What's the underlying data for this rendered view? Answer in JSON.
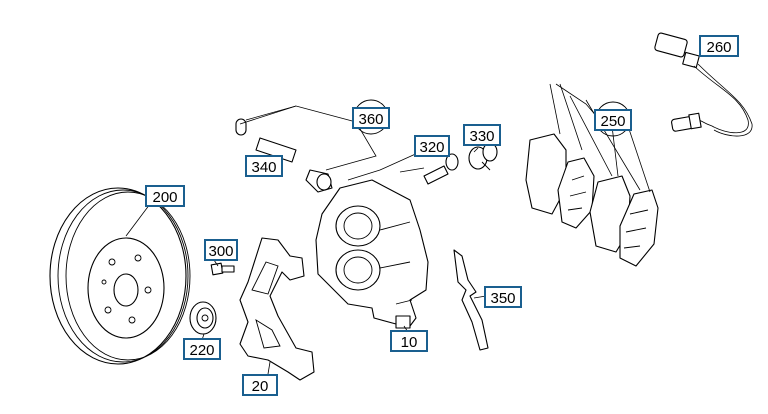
{
  "labels": {
    "l200": "200",
    "l300": "300",
    "l220": "220",
    "l20": "20",
    "l10": "10",
    "l340": "340",
    "l360": "360",
    "l320": "320",
    "l330": "330",
    "l350": "350",
    "l250": "250",
    "l260": "260"
  },
  "colors": {
    "label_border": "#1a5f8f",
    "line": "#000000",
    "background": "#ffffff"
  }
}
